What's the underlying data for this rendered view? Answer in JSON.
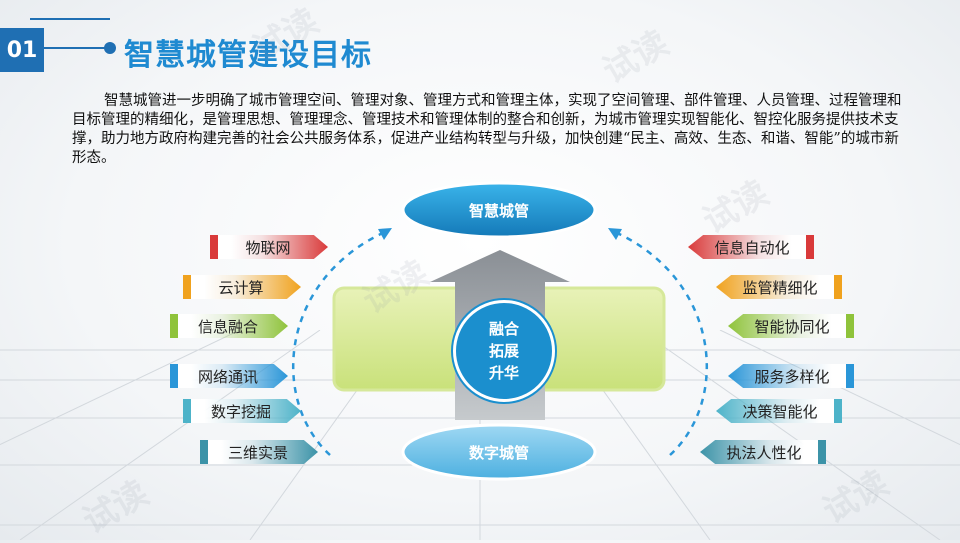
{
  "header": {
    "number": "01",
    "title": "智慧城管建设目标"
  },
  "intro": "智慧城管进一步明确了城市管理空间、管理对象、管理方式和管理主体，实现了空间管理、部件管理、人员管理、过程管理和目标管理的精细化，是管理思想、管理理念、管理技术和管理体制的整合和创新，为城市管理实现智能化、智控化服务提供技术支撑，助力地方政府构建完善的社会公共服务体系，促进产业结构转型与升级，加快创建“民主、高效、生态、和谐、智能”的城市新形态。",
  "diagram": {
    "top": "智慧城管",
    "bottom": "数字城管",
    "center": [
      "融合",
      "拓展",
      "升华"
    ],
    "left": [
      {
        "label": "物联网",
        "color": "#d93a3a"
      },
      {
        "label": "云计算",
        "color": "#f0a21e"
      },
      {
        "label": "信息融合",
        "color": "#8fc33b"
      },
      {
        "label": "网络通讯",
        "color": "#2a96d8"
      },
      {
        "label": "数字挖掘",
        "color": "#4db3c9"
      },
      {
        "label": "三维实景",
        "color": "#3c93a8"
      }
    ],
    "right": [
      {
        "label": "信息自动化",
        "color": "#d93a3a"
      },
      {
        "label": "监管精细化",
        "color": "#f0a21e"
      },
      {
        "label": "智能协同化",
        "color": "#8fc33b"
      },
      {
        "label": "服务多样化",
        "color": "#2a96d8"
      },
      {
        "label": "决策智能化",
        "color": "#4db3c9"
      },
      {
        "label": "执法人性化",
        "color": "#3c93a8"
      }
    ]
  },
  "watermark": "试读"
}
